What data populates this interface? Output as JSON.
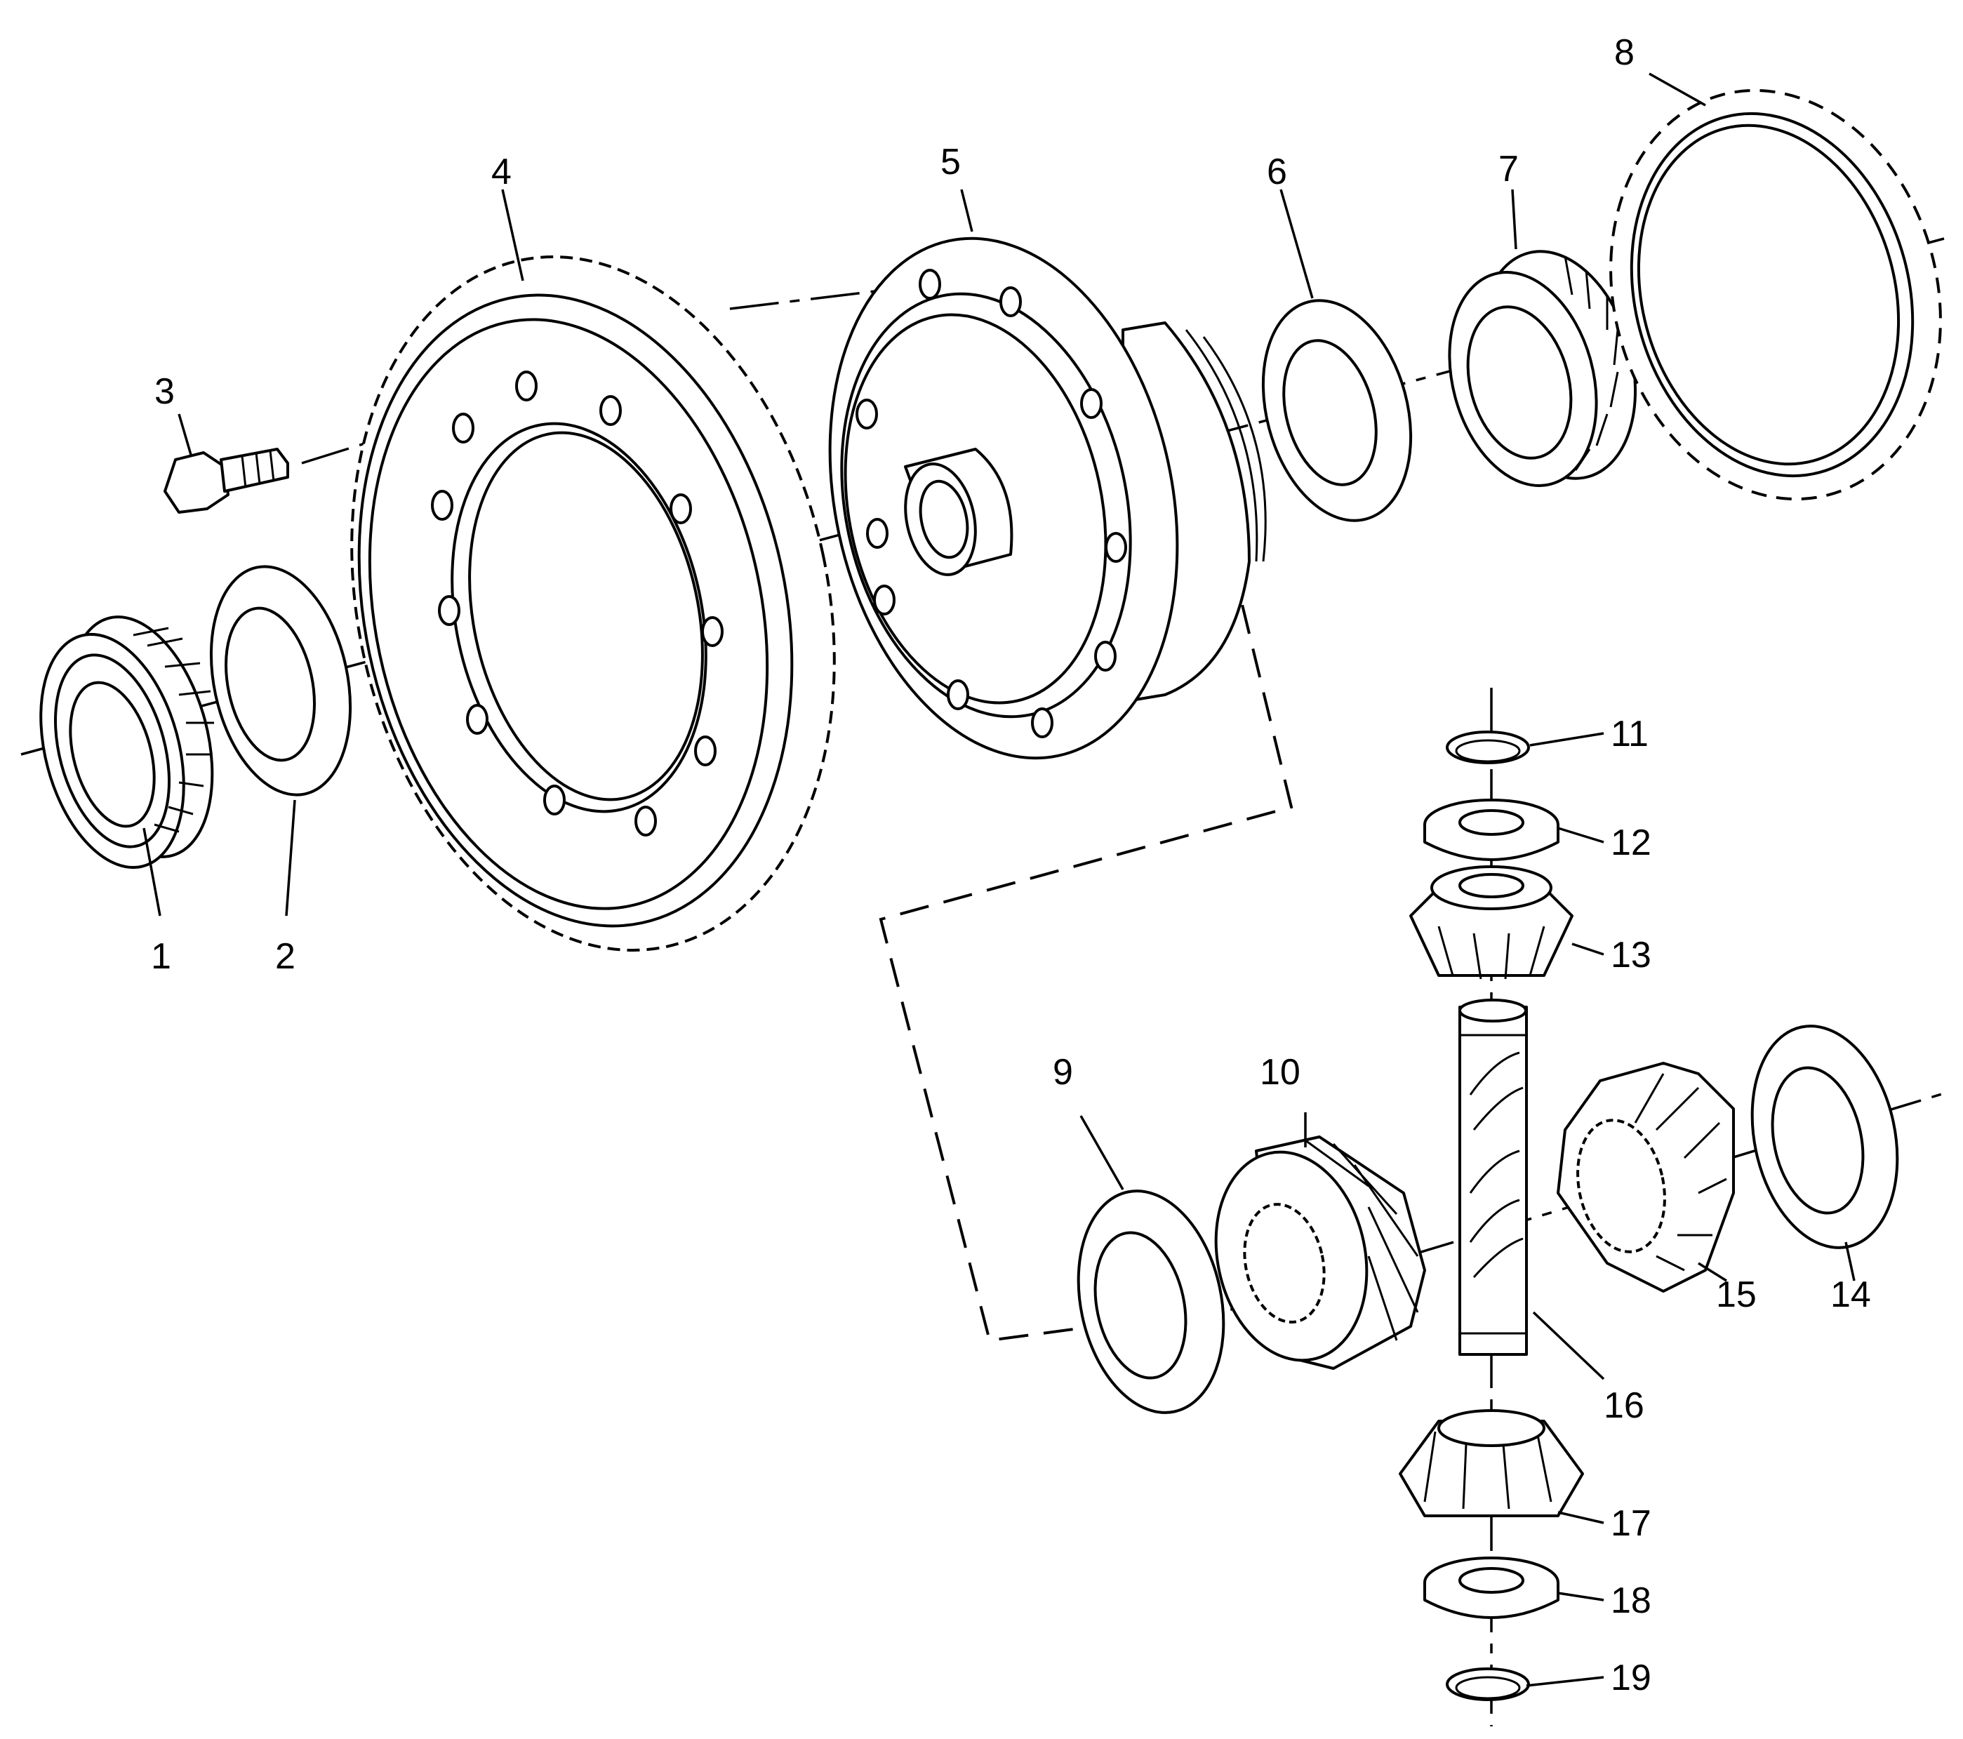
{
  "callouts": [
    {
      "id": "1",
      "label": "1"
    },
    {
      "id": "2",
      "label": "2"
    },
    {
      "id": "3",
      "label": "3"
    },
    {
      "id": "4",
      "label": "4"
    },
    {
      "id": "5",
      "label": "5"
    },
    {
      "id": "6",
      "label": "6"
    },
    {
      "id": "7",
      "label": "7"
    },
    {
      "id": "8",
      "label": "8"
    },
    {
      "id": "9",
      "label": "9"
    },
    {
      "id": "10",
      "label": "10"
    },
    {
      "id": "11",
      "label": "11"
    },
    {
      "id": "12",
      "label": "12"
    },
    {
      "id": "13",
      "label": "13"
    },
    {
      "id": "14",
      "label": "14"
    },
    {
      "id": "15",
      "label": "15"
    },
    {
      "id": "16",
      "label": "16"
    },
    {
      "id": "17",
      "label": "17"
    },
    {
      "id": "18",
      "label": "18"
    },
    {
      "id": "19",
      "label": "19"
    }
  ],
  "colors": {
    "line": "#000000",
    "background": "#ffffff"
  }
}
